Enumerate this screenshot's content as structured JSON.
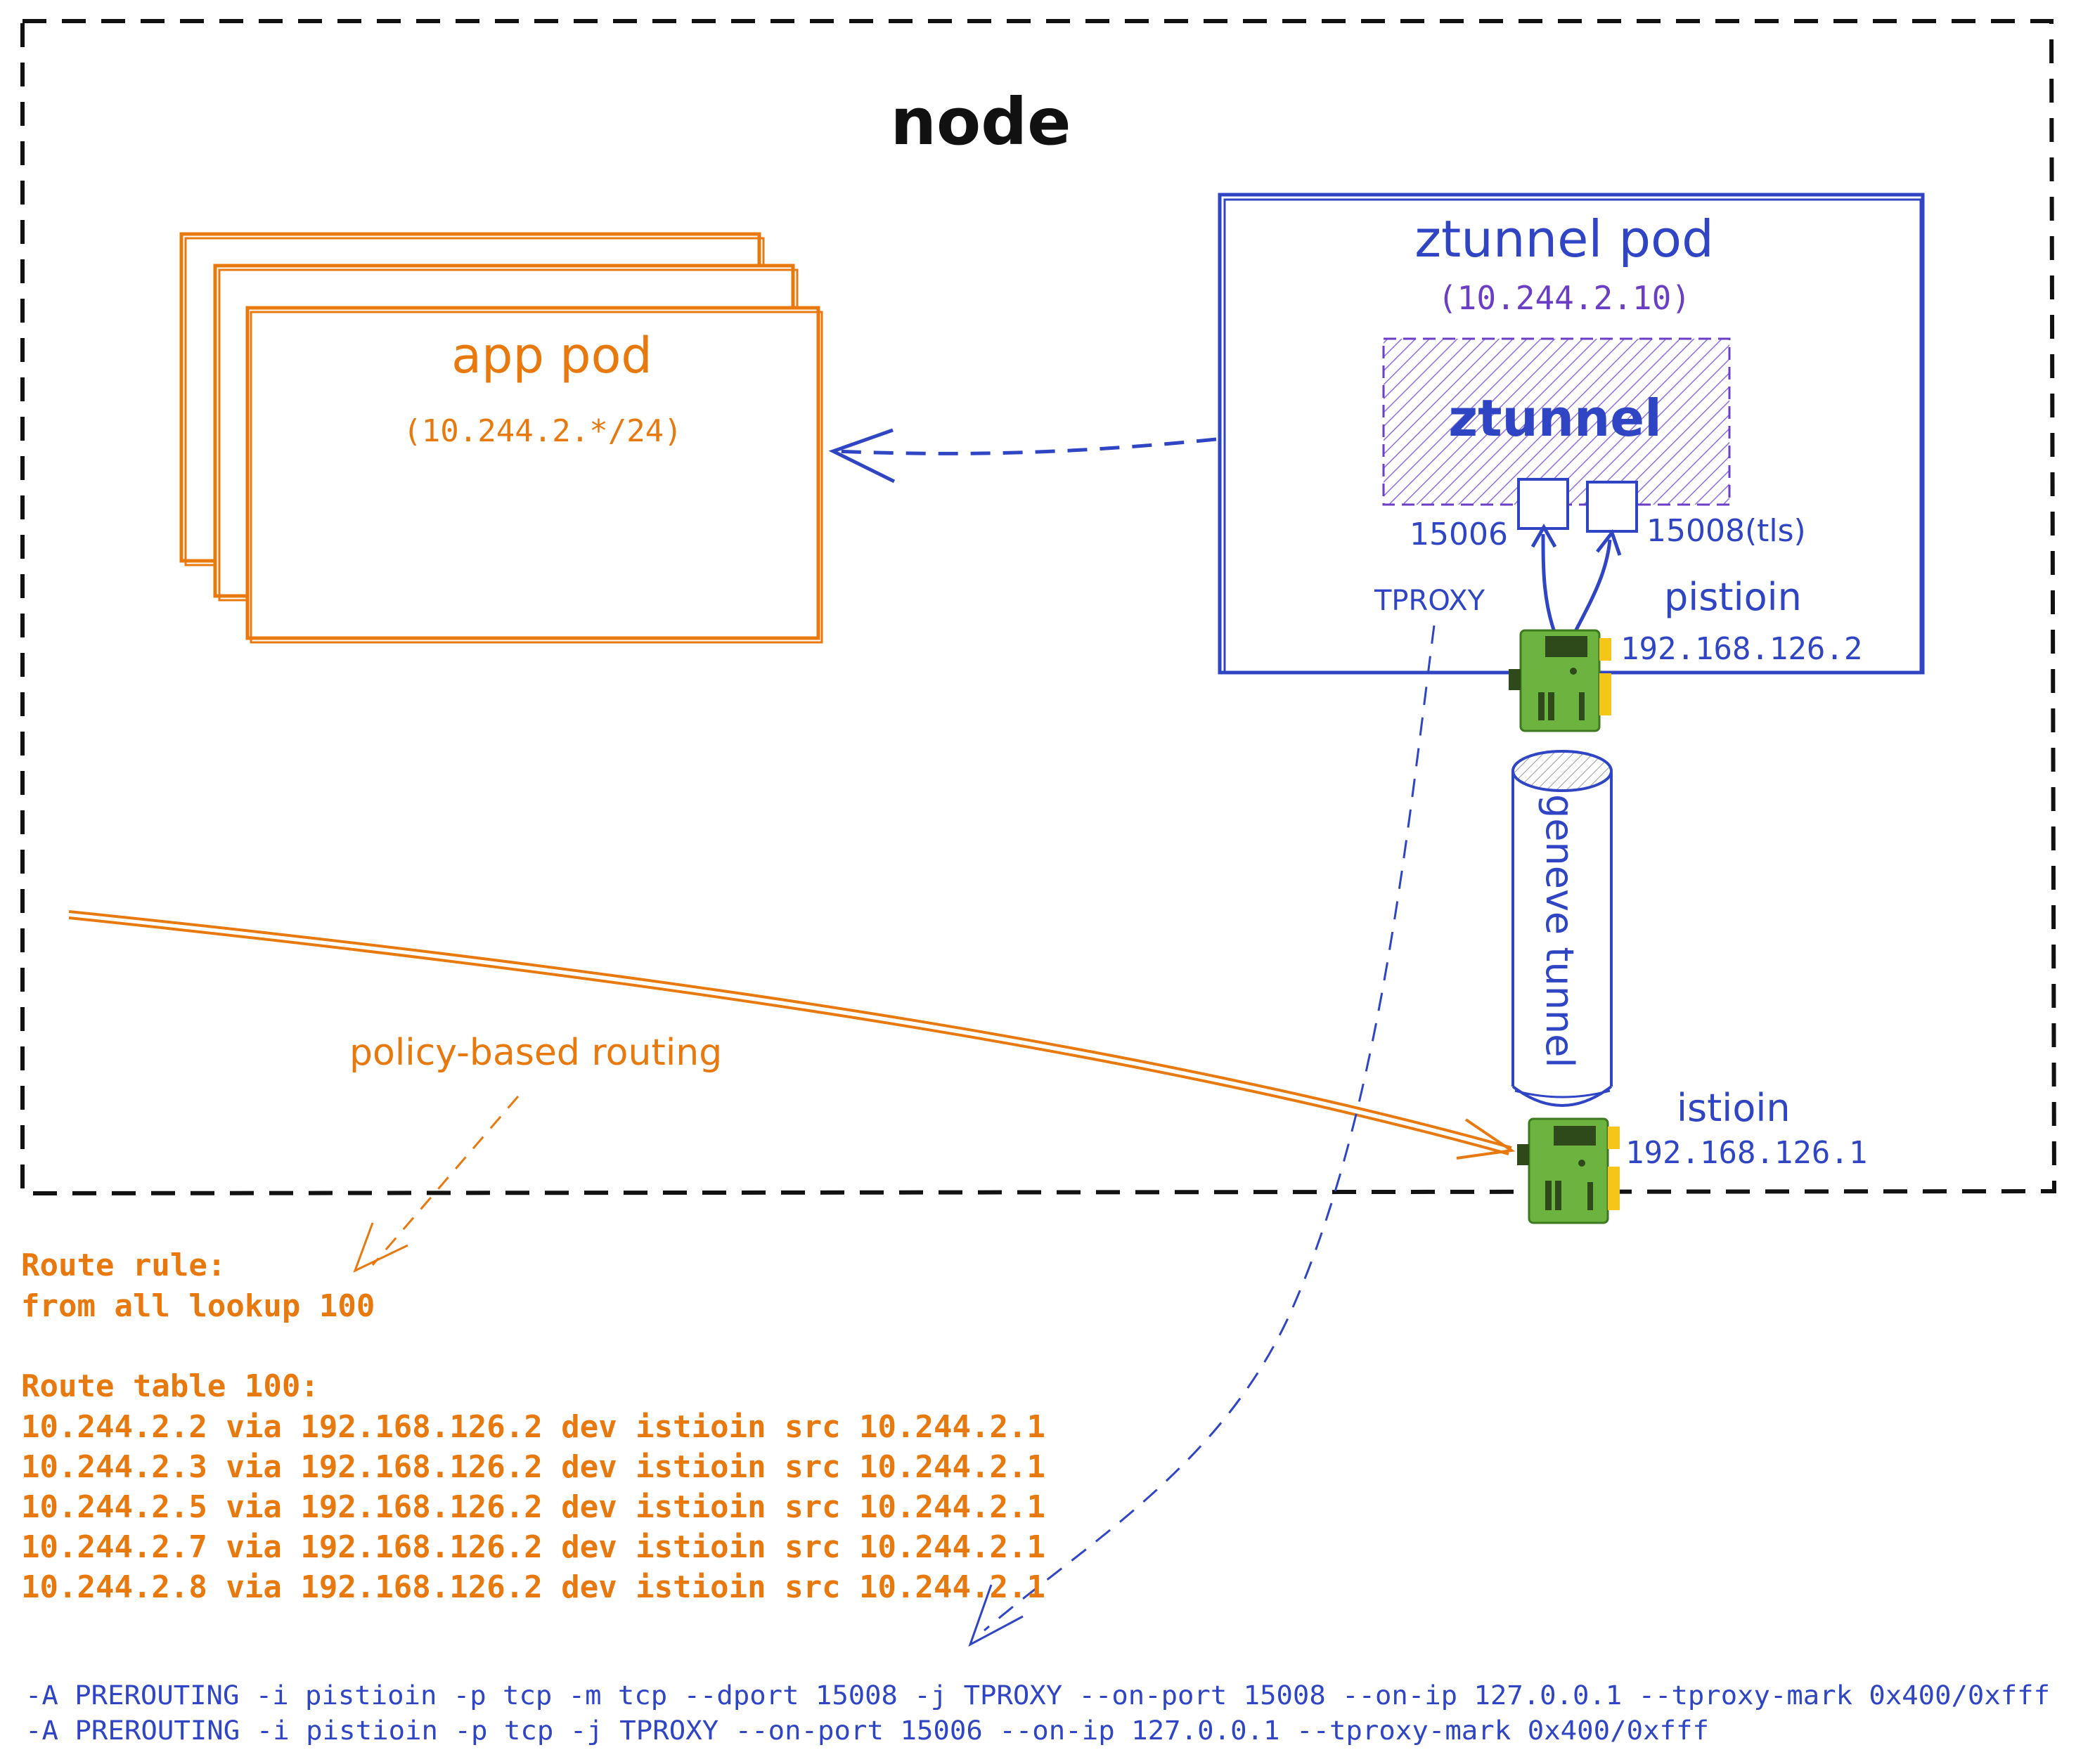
{
  "colors": {
    "node_border": "#111111",
    "app_pod": "#e8790f",
    "ztunnel_pod": "#2f45c4",
    "ztunnel_ip": "#6b3fc4",
    "ztunnel_fill": "#9b7fe0",
    "nic_green": "#6db33f",
    "nic_yellow": "#f5c518",
    "routes_text": "#e8790f",
    "iptables_text": "#2f45c4"
  },
  "node": {
    "label": "node"
  },
  "app_pod": {
    "title": "app pod",
    "cidr": "(10.244.2.*/24)"
  },
  "ztunnel_pod": {
    "title": "ztunnel pod",
    "ip": "(10.244.2.10)",
    "ztunnel_label": "ztunnel",
    "port_left": "15006",
    "port_right": "15008(tls)",
    "tproxy_label": "TPROXY"
  },
  "pistioin": {
    "name": "pistioin",
    "ip": "192.168.126.2",
    "icon": "network-card-icon"
  },
  "istioin": {
    "name": "istioin",
    "ip": "192.168.126.1",
    "icon": "network-card-icon"
  },
  "tunnel": {
    "label": "geneve tunnel"
  },
  "policy": {
    "label": "policy-based routing"
  },
  "routes": {
    "rule_header": "Route rule:",
    "rule": "from all lookup 100",
    "table_header": "Route table 100:",
    "entries": [
      "10.244.2.2 via 192.168.126.2 dev istioin src 10.244.2.1",
      "10.244.2.3 via 192.168.126.2 dev istioin src 10.244.2.1",
      "10.244.2.5 via 192.168.126.2 dev istioin src 10.244.2.1",
      "10.244.2.7 via 192.168.126.2 dev istioin src 10.244.2.1",
      "10.244.2.8 via 192.168.126.2 dev istioin src 10.244.2.1"
    ]
  },
  "iptables": {
    "rules": [
      "-A PREROUTING -i pistioin -p tcp -m tcp --dport 15008 -j TPROXY --on-port 15008 --on-ip 127.0.0.1 --tproxy-mark 0x400/0xfff",
      "-A PREROUTING -i pistioin -p tcp -j TPROXY --on-port 15006 --on-ip 127.0.0.1 --tproxy-mark 0x400/0xfff"
    ]
  }
}
